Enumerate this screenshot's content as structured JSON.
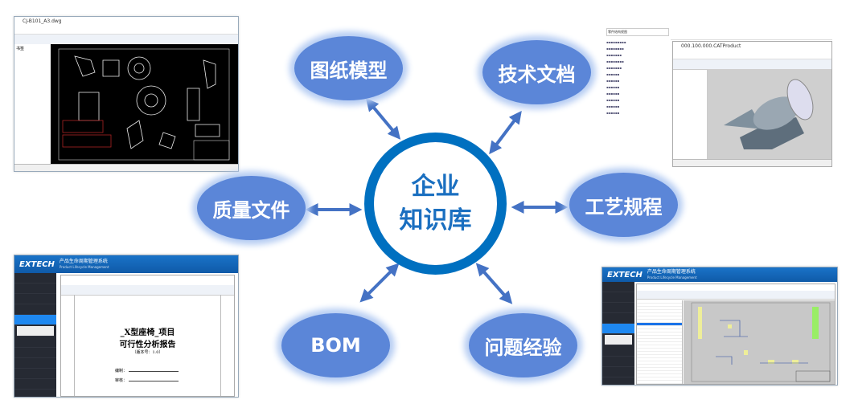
{
  "center": {
    "line1": "企业",
    "line2": "知识库"
  },
  "nodes": {
    "drawings": "图纸模型",
    "tech_docs": "技术文档",
    "quality": "质量文件",
    "process": "工艺规程",
    "bom": "BOM",
    "issues": "问题经验"
  },
  "screenshots": {
    "cad": {
      "title": "CJ-B101_A3.dwg",
      "tree_label": "书签"
    },
    "product3d": {
      "title": "000.100.000.CATProduct",
      "tree_header": "零件结构视图"
    },
    "plm_doc": {
      "logo": "EXTECH",
      "system_title": "产品生命周期管理系统",
      "system_subtitle": "Product Lifecycle Management",
      "doc_title_1": "_X型座椅_项目",
      "doc_title_2": "可行性分析报告",
      "doc_version": "（版本号：1.0）",
      "field_author": "编制：",
      "field_review": "审核："
    },
    "plm_schematic": {
      "logo": "EXTECH",
      "system_title": "产品生命周期管理系统",
      "system_subtitle": "Product Lifecycle Management"
    }
  },
  "colors": {
    "ring": "#0070C0",
    "node": "#5b86d8",
    "arrow": "#4472C4"
  }
}
